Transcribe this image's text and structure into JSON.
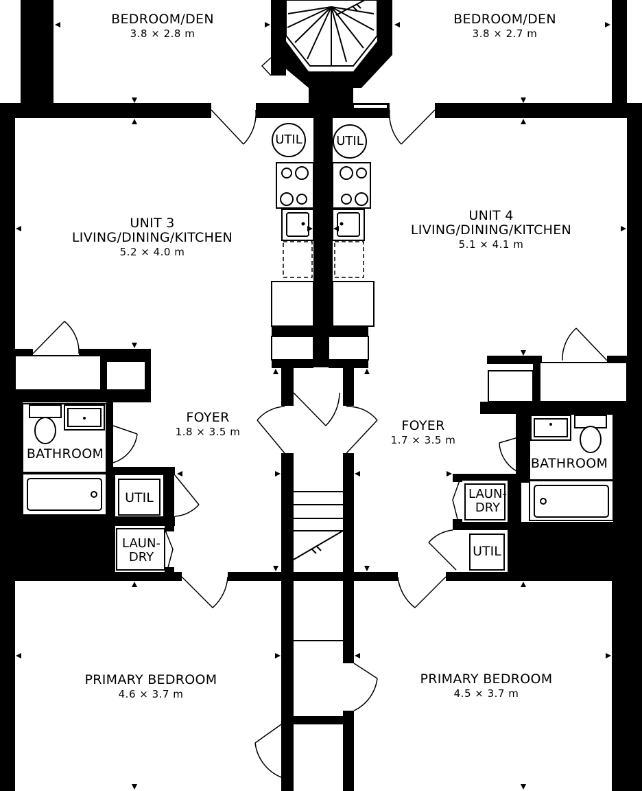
{
  "rooms": {
    "bedroom_den_left": {
      "name": "BEDROOM/DEN",
      "dims": "3.8 × 2.8 m"
    },
    "bedroom_den_right": {
      "name": "BEDROOM/DEN",
      "dims": "3.8 × 2.7 m"
    },
    "unit3_living": {
      "unit": "UNIT 3",
      "name": "LIVING/DINING/KITCHEN",
      "dims": "5.2 × 4.0 m"
    },
    "unit4_living": {
      "unit": "UNIT 4",
      "name": "LIVING/DINING/KITCHEN",
      "dims": "5.1 × 4.1 m"
    },
    "foyer_left": {
      "name": "FOYER",
      "dims": "1.8 × 3.5 m"
    },
    "foyer_right": {
      "name": "FOYER",
      "dims": "1.7 × 3.5 m"
    },
    "bathroom_left": {
      "name": "BATHROOM"
    },
    "bathroom_right": {
      "name": "BATHROOM"
    },
    "primary_left": {
      "name": "PRIMARY BEDROOM",
      "dims": "4.6 × 3.7 m"
    },
    "primary_right": {
      "name": "PRIMARY BEDROOM",
      "dims": "4.5 × 3.7 m"
    }
  },
  "fixtures": {
    "util": "UTIL",
    "laundry_line1": "LAUN-",
    "laundry_line2": "DRY"
  }
}
